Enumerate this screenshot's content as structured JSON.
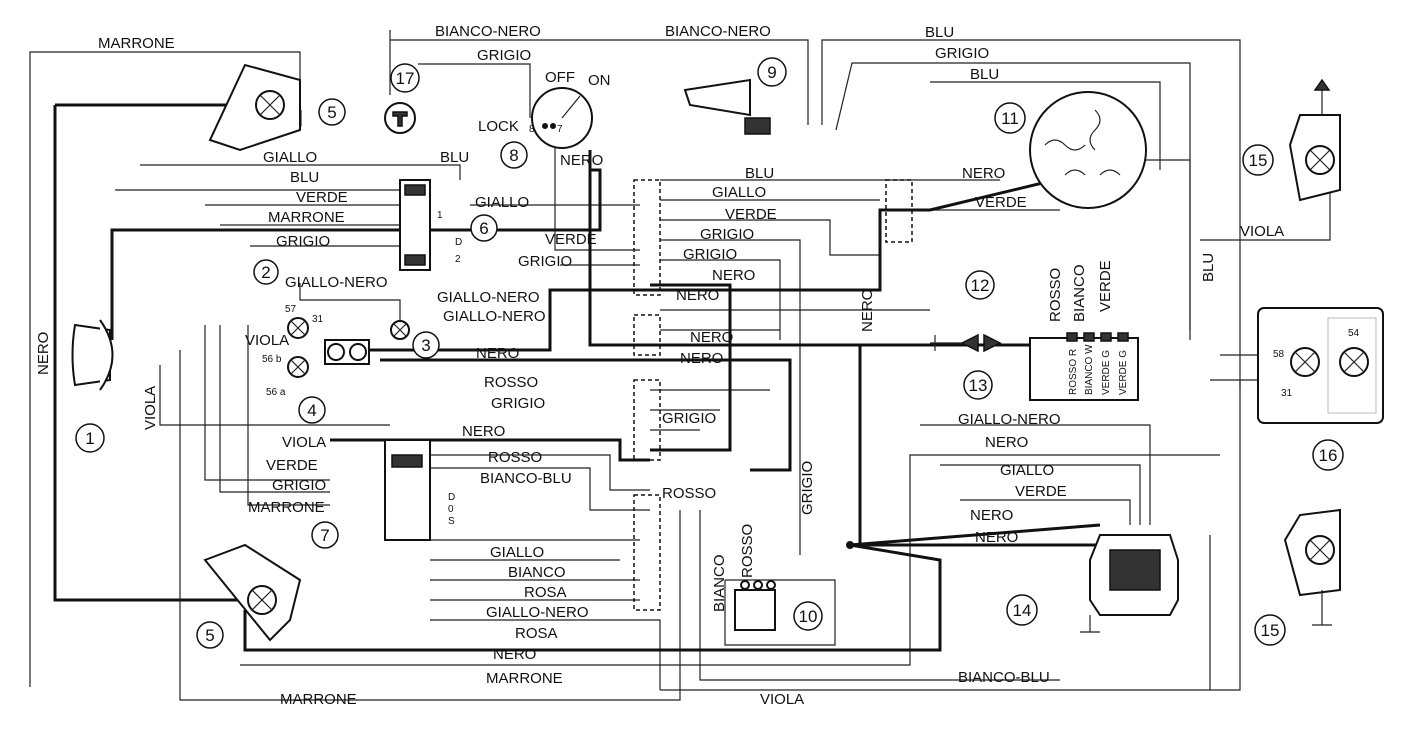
{
  "components": {
    "c1": "1",
    "c2": "2",
    "c3": "3",
    "c4": "4",
    "c5a": "5",
    "c5b": "5",
    "c6": "6",
    "c7": "7",
    "c8": "8",
    "c9": "9",
    "c10": "10",
    "c11": "11",
    "c12": "12",
    "c13": "13",
    "c14": "14",
    "c15a": "15",
    "c15b": "15",
    "c16": "16",
    "c17": "17"
  },
  "switch": {
    "off": "OFF",
    "on": "ON",
    "lock": "LOCK",
    "t8": "8",
    "t7": "7"
  },
  "terminals": {
    "t57": "57",
    "t31a": "31",
    "t56b": "56 b",
    "t56a": "56 a",
    "t54": "54",
    "t58": "58",
    "t31b": "31",
    "sw6_1": "1",
    "sw6_d": "D",
    "sw6_2": "2",
    "sw7_d": "D",
    "sw7_0": "0",
    "sw7_s": "S",
    "r13_a": "ROSSO R",
    "r13_b": "BIANCO W",
    "r13_c": "VERDE G",
    "r13_d": "VERDE G"
  },
  "wires": {
    "marrone_top": "MARRONE",
    "bianco_nero_1": "BIANCO-NERO",
    "bianco_nero_2": "BIANCO-NERO",
    "grigio_top": "GRIGIO",
    "blu_top1": "BLU",
    "grigio_top2": "GRIGIO",
    "blu_top2": "BLU",
    "giallo_l1": "GIALLO",
    "blu_l1": "BLU",
    "blu_l2": "BLU",
    "verde_l1": "VERDE",
    "giallo_l2": "GIALLO",
    "marrone_l1": "MARRONE",
    "grigio_l1": "GRIGIO",
    "giallo_nero_l1": "GIALLO-NERO",
    "viola_l1": "VIOLA",
    "nero_sw": "NERO",
    "verde_c1": "VERDE",
    "grigio_c1": "GRIGIO",
    "blu_r1": "BLU",
    "giallo_r1": "GIALLO",
    "verde_r1": "VERDE",
    "grigio_r1": "GRIGIO",
    "grigio_r2": "GRIGIO",
    "nero_r1": "NERO",
    "nero_r2": "NERO",
    "giallo_nero_c1": "GIALLO-NERO",
    "giallo_nero_c2": "GIALLO-NERO",
    "nero_c1": "NERO",
    "nero_c2": "NERO",
    "nero_c3": "NERO",
    "rosso_c1": "ROSSO",
    "grigio_c2": "GRIGIO",
    "grigio_c3": "GRIGIO",
    "nero_c4": "NERO",
    "viola_l2": "VIOLA",
    "verde_l2": "VERDE",
    "grigio_l2": "GRIGIO",
    "marrone_l2": "MARRONE",
    "rosso_c2": "ROSSO",
    "bianco_blu_c1": "BIANCO-BLU",
    "rosso_c3": "ROSSO",
    "giallo_c1": "GIALLO",
    "bianco_c1": "BIANCO",
    "rosa_c1": "ROSA",
    "giallo_nero_c3": "GIALLO-NERO",
    "rosa_c2": "ROSA",
    "nero_bottom": "NERO",
    "marrone_bottom": "MARRONE",
    "marrone_bottom2": "MARRONE",
    "viola_bottom": "VIOLA",
    "bianco_blu_bottom": "BIANCO-BLU",
    "nero_left": "NERO",
    "viola_left": "VIOLA",
    "nero_11": "NERO",
    "verde_11": "VERDE",
    "nero_v": "NERO",
    "rosso_v": "ROSSO",
    "bianco_v": "BIANCO",
    "verde_v": "VERDE",
    "blu_right": "BLU",
    "viola_right": "VIOLA",
    "giallo_nero_r": "GIALLO-NERO",
    "nero_r3": "NERO",
    "giallo_r2": "GIALLO",
    "verde_r2": "VERDE",
    "nero_r4": "NERO",
    "nero_r5": "NERO",
    "rosso_10": "ROSSO",
    "grigio_10": "GRIGIO",
    "bianco_10": "BIANCO"
  }
}
